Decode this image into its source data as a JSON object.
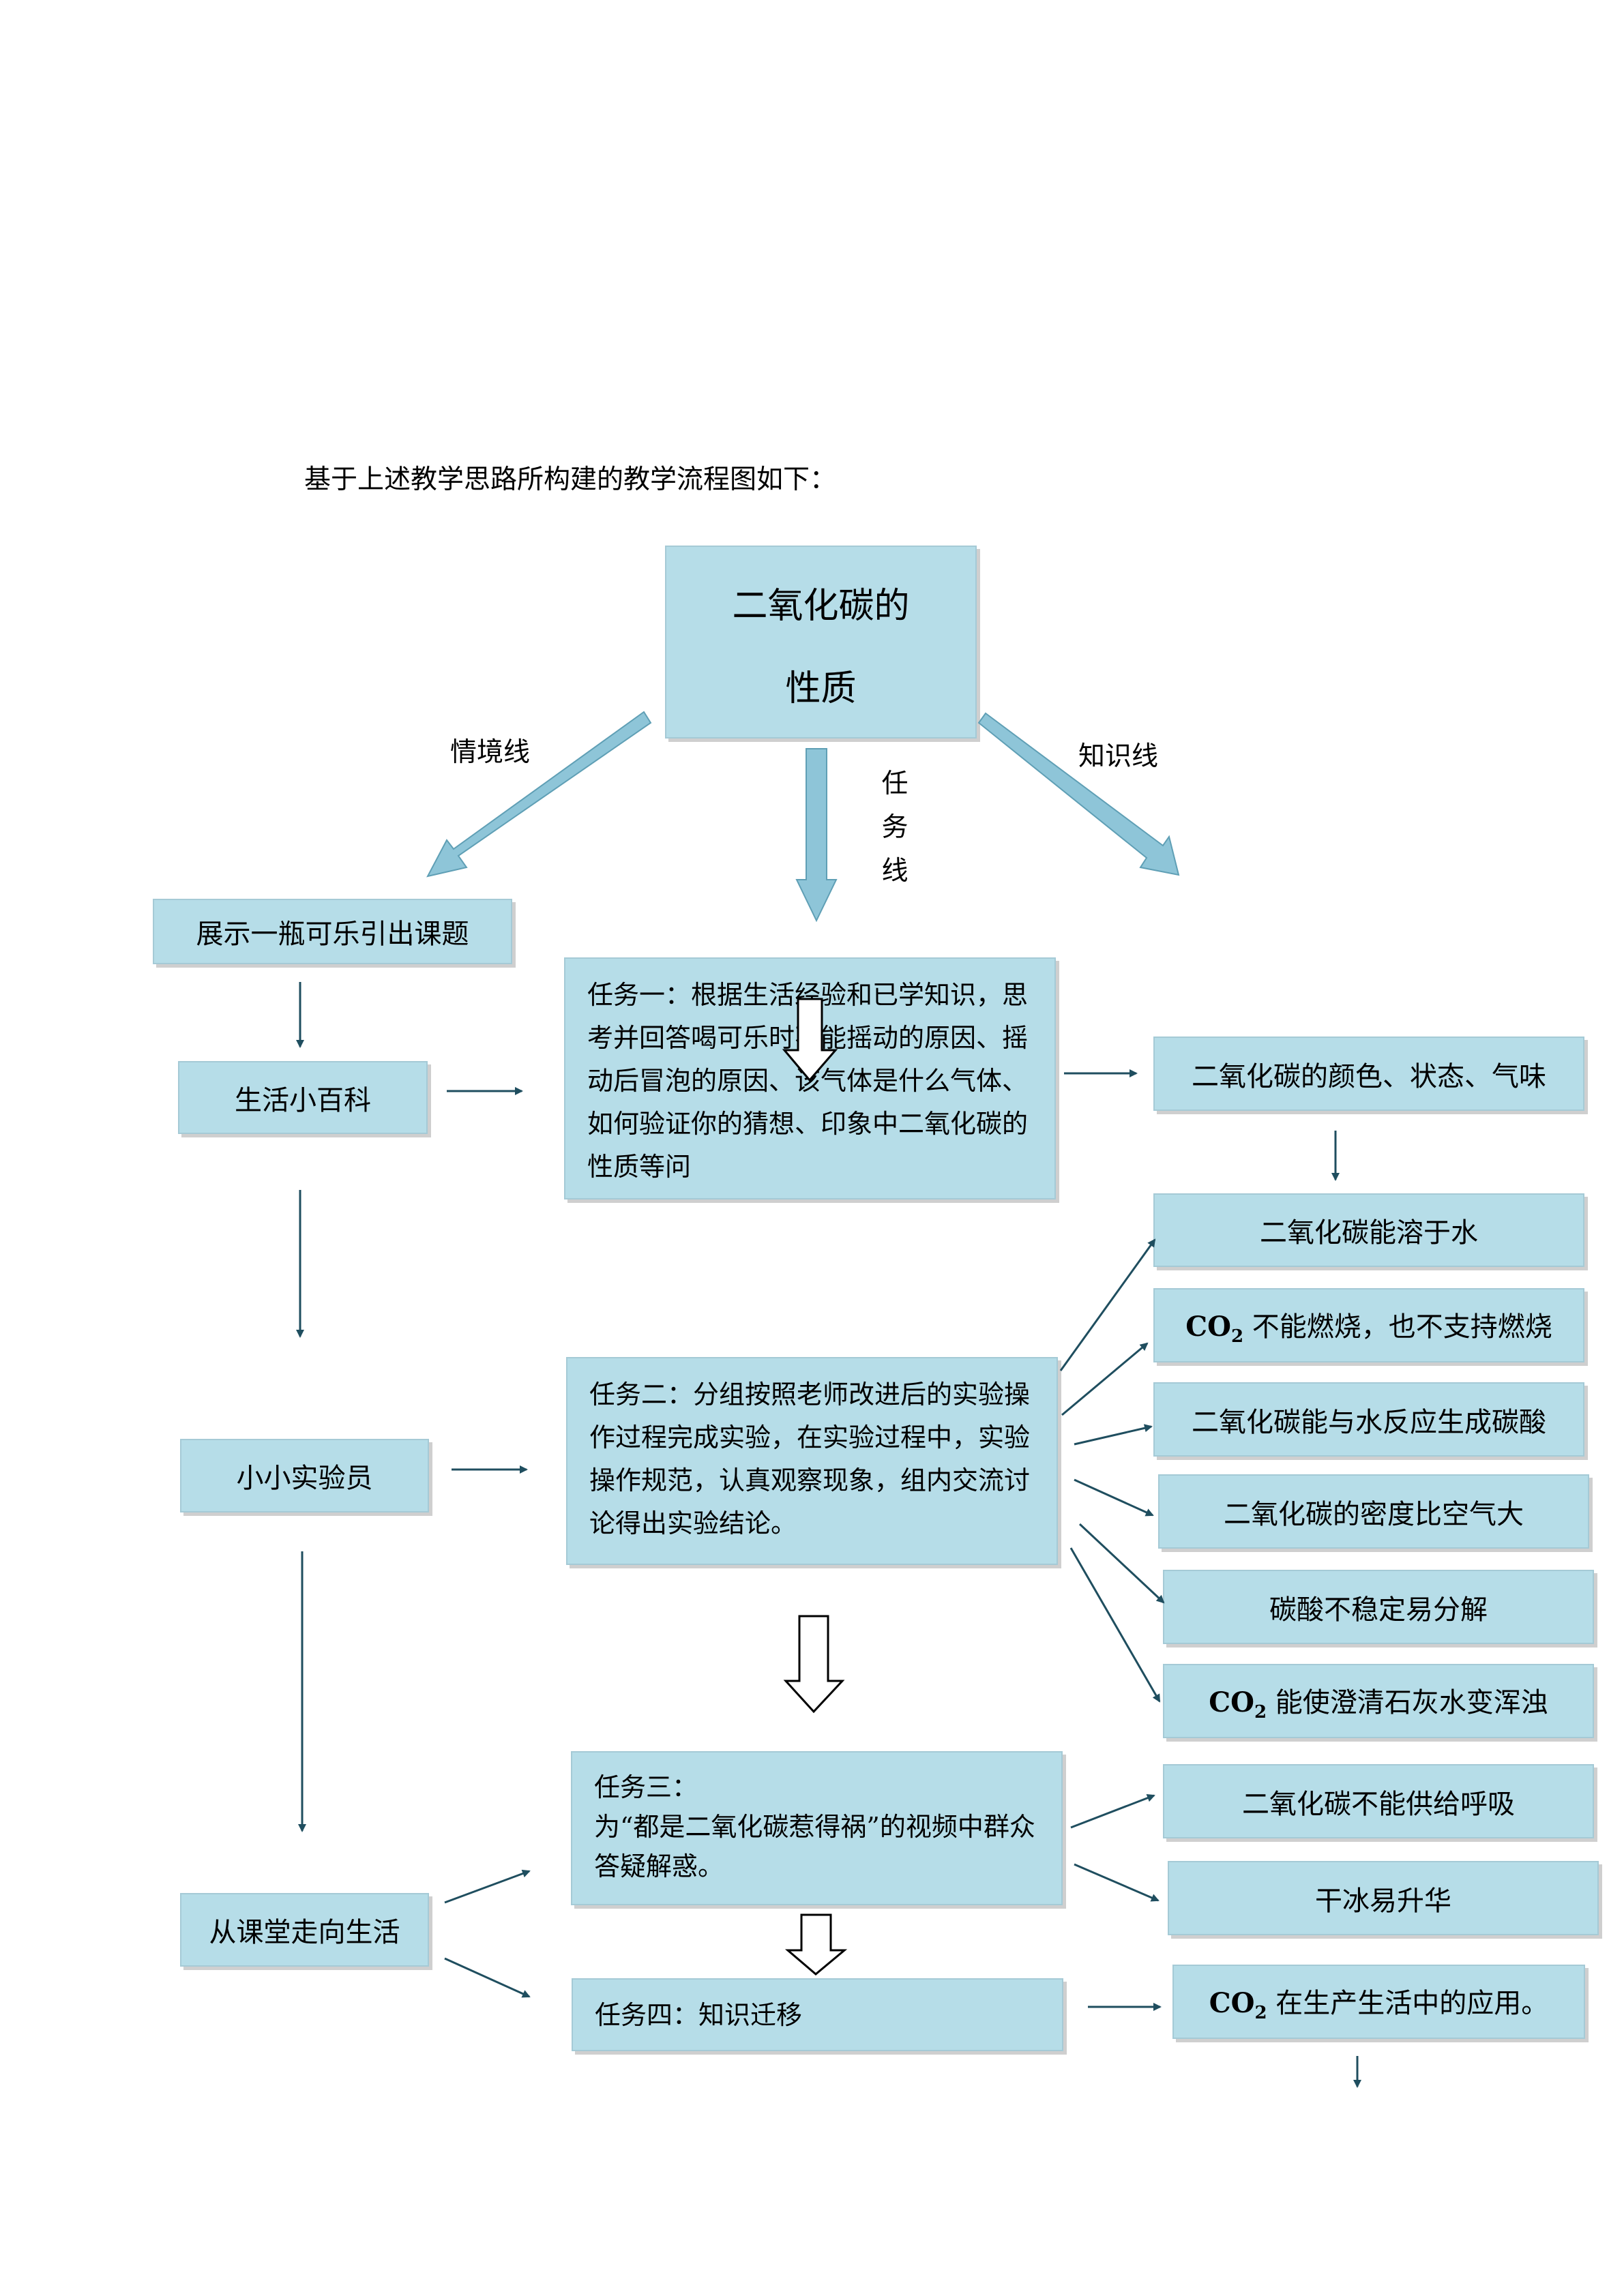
{
  "intro": "基于上述教学思路所构建的教学流程图如下：",
  "center": {
    "line1": "二氧化碳的",
    "line2": "性质"
  },
  "lines": {
    "context": "情境线",
    "task": [
      "任",
      "务",
      "线"
    ],
    "knowledge": "知识线"
  },
  "context_line": {
    "show": "展示一瓶可乐引出课题",
    "encyclopedia": "生活小百科",
    "experimenter": "小小实验员",
    "life": "从课堂走向生活"
  },
  "tasks": {
    "t1": {
      "head": "任务一：",
      "body": "根据生活经验和已学知识，思考并回答喝可乐时不能摇动的原因、摇动后冒泡的原因、该气体是什么气体、如何验证你的猜想、印象中二氧化碳的性质等问"
    },
    "t2": {
      "head": "任务二：",
      "body": "分组按照老师改进后的实验操作过程完成实验，在实验过程中，实验操作规范，认真观察现象，组内交流讨论得出实验结论。"
    },
    "t3": {
      "head": "任务三：",
      "body": "为“都是二氧化碳惹得祸”的视频中群众答疑解惑。"
    },
    "t4": {
      "head": "任务四：",
      "body": "知识迁移"
    }
  },
  "knowledge": {
    "k1": "二氧化碳的颜色、状态、气味",
    "k2": "二氧化碳能溶于水",
    "k3": {
      "co": "CO",
      "sub": "2",
      "text": " 不能燃烧，也不支持燃烧"
    },
    "k4": "二氧化碳能与水反应生成碳酸",
    "k5": "二氧化碳的密度比空气大",
    "k6": "碳酸不稳定易分解",
    "k7": {
      "co": "CO",
      "sub": "2",
      "text": " 能使澄清石灰水变浑浊"
    },
    "k8": "二氧化碳不能供给呼吸",
    "k9": "干冰易升华",
    "k10": {
      "co": "CO",
      "sub": "2",
      "text": " 在生产生活中的应用。"
    }
  },
  "colors": {
    "box": "#b6dde8",
    "arrow": "#1f4e5f",
    "big_arrow": "#8ec5d8"
  }
}
